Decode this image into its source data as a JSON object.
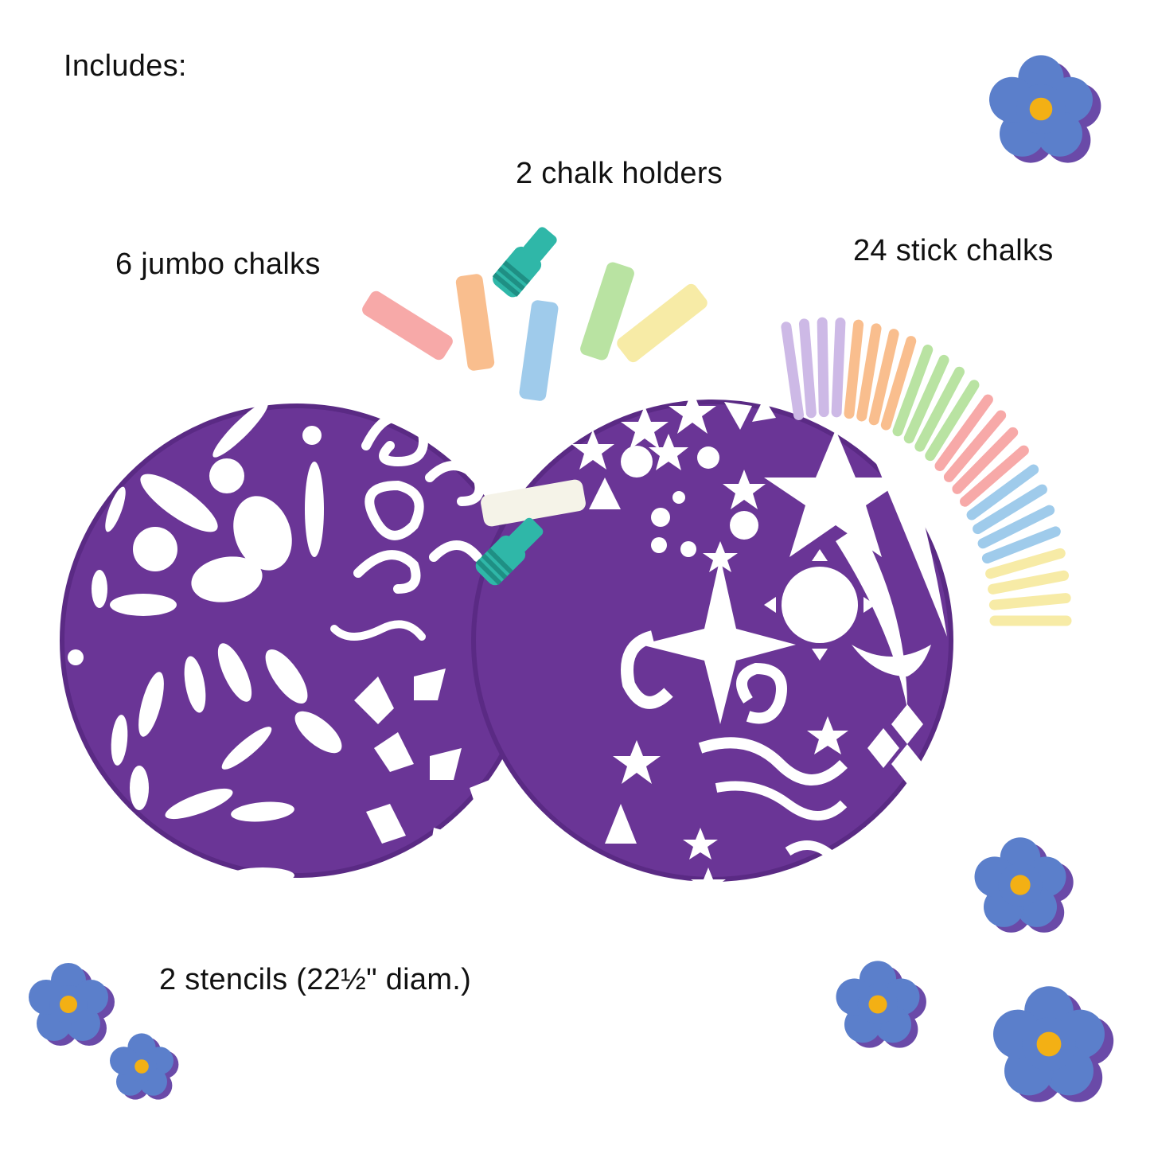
{
  "heading": "Includes:",
  "labels": {
    "chalk_holders": "2 chalk holders",
    "jumbo_chalks": "6 jumbo chalks",
    "stick_chalks": "24 stick chalks",
    "stencils": "2 stencils (22½\" diam.)"
  },
  "colors": {
    "stencil": "#6a3596",
    "stencil_edge": "#5a2a84",
    "flower_petal": "#5b7fcb",
    "flower_shadow": "#6a4aa8",
    "flower_center": "#f3b014",
    "holder": "#2fb7a8",
    "chalk_pink": "#f7a9a8",
    "chalk_orange": "#f9be8e",
    "chalk_green": "#b9e3a2",
    "chalk_yellow": "#f7eba6",
    "chalk_blue": "#9fcbeb",
    "chalk_purple": "#cdb9e6",
    "chalk_white": "#f5f3e8"
  }
}
